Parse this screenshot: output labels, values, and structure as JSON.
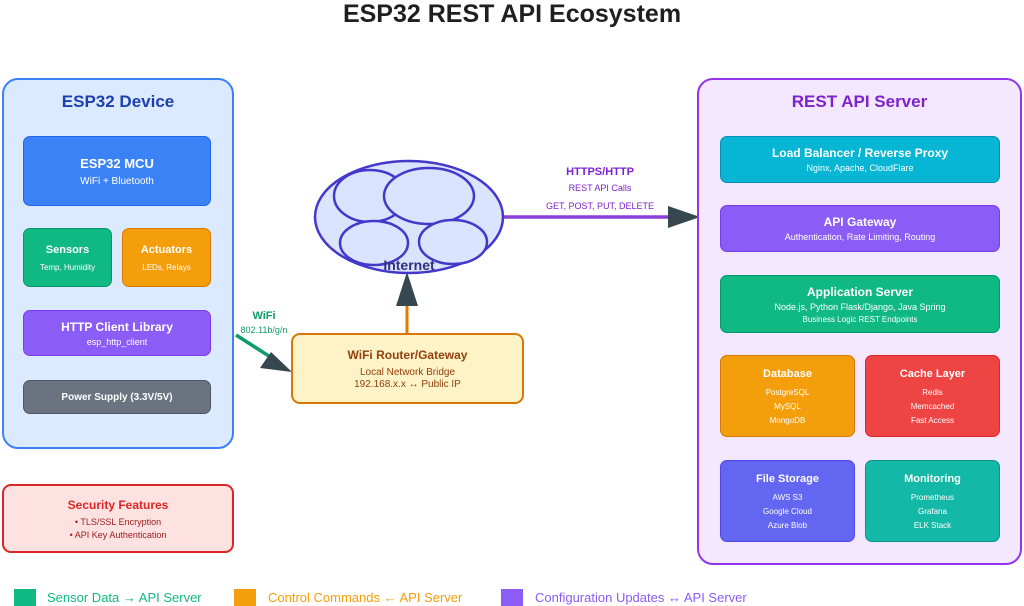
{
  "title": "ESP32 REST API Ecosystem",
  "esp32": {
    "title": "ESP32 Device",
    "mcu": {
      "title": "ESP32 MCU",
      "sub": "WiFi + Bluetooth"
    },
    "sensors": {
      "title": "Sensors",
      "sub": "Temp, Humidity"
    },
    "actuators": {
      "title": "Actuators",
      "sub": "LEDs, Relays"
    },
    "http_client": {
      "title": "HTTP Client Library",
      "sub": "esp_http_client"
    },
    "power": {
      "title": "Power Supply (3.3V/5V)"
    }
  },
  "security": {
    "title": "Security Features",
    "items": [
      "• TLS/SSL Encryption",
      "• API Key Authentication"
    ]
  },
  "wifi_link": {
    "label": "WiFi",
    "sub": "802.11b/g/n"
  },
  "router": {
    "title": "WiFi Router/Gateway",
    "line1": "Local Network Bridge",
    "line2": "192.168.x.x ↔ Public IP"
  },
  "internet": {
    "label": "Internet"
  },
  "https_link": {
    "label": "HTTPS/HTTP",
    "sub1": "REST API Calls",
    "sub2": "GET, POST, PUT, DELETE"
  },
  "server": {
    "title": "REST API Server",
    "load_balancer": {
      "title": "Load Balancer / Reverse Proxy",
      "sub": "Nginx, Apache, CloudFlare"
    },
    "gateway": {
      "title": "API Gateway",
      "sub": "Authentication, Rate Limiting, Routing"
    },
    "app_server": {
      "title": "Application Server",
      "sub1": "Node.js, Python Flask/Django, Java Spring",
      "sub2": "Business Logic REST Endpoints"
    },
    "database": {
      "title": "Database",
      "items": [
        "PostgreSQL",
        "MySQL",
        "MongoDB"
      ]
    },
    "cache": {
      "title": "Cache Layer",
      "items": [
        "Redis",
        "Memcached",
        "Fast Access"
      ]
    },
    "file_storage": {
      "title": "File Storage",
      "items": [
        "AWS S3",
        "Google Cloud",
        "Azure Blob"
      ]
    },
    "monitoring": {
      "title": "Monitoring",
      "items": [
        "Prometheus",
        "Grafana",
        "ELK Stack"
      ]
    }
  },
  "legend": [
    {
      "label": "Sensor Data → API Server",
      "color": "#10b981"
    },
    {
      "label": "Control Commands ← API Server",
      "color": "#f59e0b"
    },
    {
      "label": "Configuration Updates ↔ API Server",
      "color": "#8b5cf6"
    }
  ]
}
